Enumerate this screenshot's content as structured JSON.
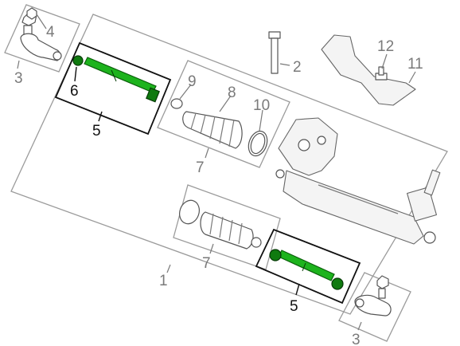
{
  "diagram": {
    "callouts": {
      "c1": "1",
      "c2": "2",
      "c3a": "3",
      "c3b": "3",
      "c4": "4",
      "c5a": "5",
      "c5b": "5",
      "c6": "6",
      "c7a": "7",
      "c7b": "7",
      "c8": "8",
      "c9": "9",
      "c10": "10",
      "c11": "11",
      "c12": "12"
    },
    "colors": {
      "highlight": "#1db31d",
      "panel_outline": "#9b9b9b",
      "selected_outline": "#111111"
    }
  }
}
